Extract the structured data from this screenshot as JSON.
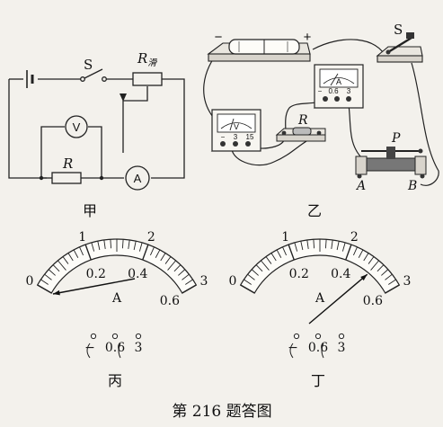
{
  "circuit_a": {
    "switch_label": "S",
    "rheostat_label": "R",
    "rheostat_sub": "滑",
    "voltmeter_symbol": "V",
    "resistor_label": "R",
    "ammeter_symbol": "A",
    "caption": "甲"
  },
  "circuit_b": {
    "battery_neg": "−",
    "battery_pos": "+",
    "switch_label": "S",
    "ammeter_letter": "A",
    "ammeter_terminals": [
      "−",
      "0.6",
      "3"
    ],
    "voltmeter_letter": "V",
    "voltmeter_terminals": [
      "−",
      "3",
      "15"
    ],
    "resistor_label": "R",
    "slider_label": "P",
    "end_a": "A",
    "end_b": "B",
    "caption": "乙"
  },
  "meter_c": {
    "top_ticks": [
      "0",
      "1",
      "2",
      "3"
    ],
    "bottom_ticks": [
      "0.2",
      "0.4",
      "0.6"
    ],
    "unit": "A",
    "terminals": [
      "−",
      "0.6",
      "3"
    ],
    "caption": "丙",
    "needle_reading_small_range": 0.0
  },
  "meter_d": {
    "top_ticks": [
      "0",
      "1",
      "2",
      "3"
    ],
    "bottom_ticks": [
      "0.2",
      "0.4",
      "0.6"
    ],
    "unit": "A",
    "terminals": [
      "−",
      "0.6",
      "3"
    ],
    "caption": "丁",
    "needle_reading_small_range": 0.5
  },
  "figure_caption": "第 216 题答图"
}
